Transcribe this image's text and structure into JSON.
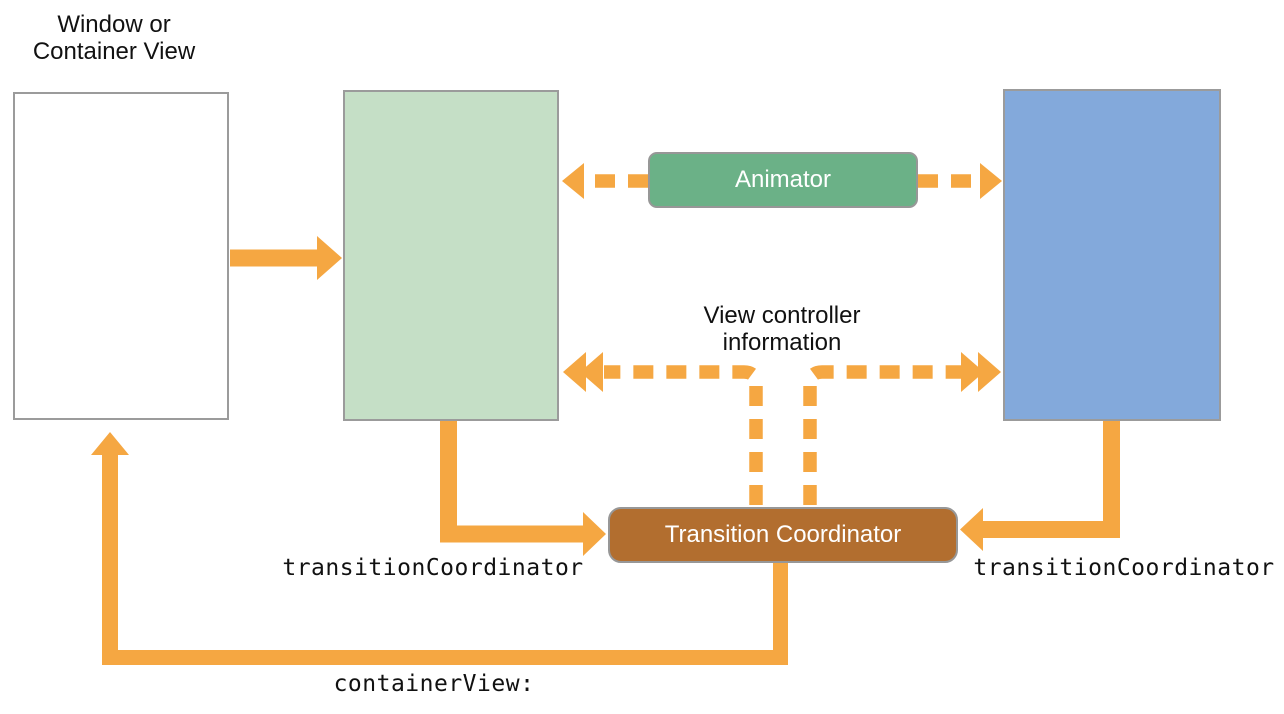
{
  "labels": {
    "window": "Window or\nContainer View",
    "view_controller_info": "View controller\ninformation",
    "animator": "Animator",
    "transition_coordinator": "Transition Coordinator",
    "transition_coordinator_left": "transitionCoordinator",
    "transition_coordinator_right": "transitionCoordinator",
    "container_view": "containerView:"
  },
  "colors": {
    "arrow_orange": "#F5A742",
    "from_view_green": "#C5DFC6",
    "to_view_blue": "#83A9DB",
    "animator_green": "#6BB187",
    "coordinator_brown": "#B26E2F",
    "box_border_gray": "#9B9B9B",
    "text_black": "#111111"
  }
}
